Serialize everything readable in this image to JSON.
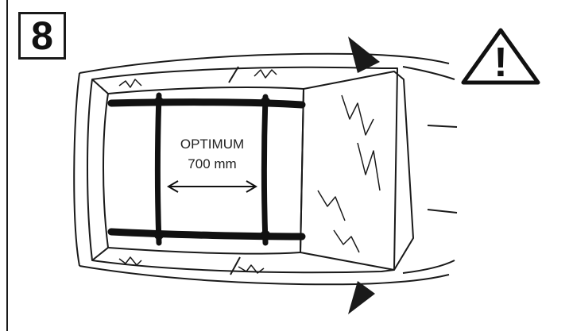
{
  "step": {
    "number": "8"
  },
  "warning": {
    "symbol": "!"
  },
  "annotation": {
    "line1": "OPTIMUM",
    "line2": "700 mm"
  }
}
